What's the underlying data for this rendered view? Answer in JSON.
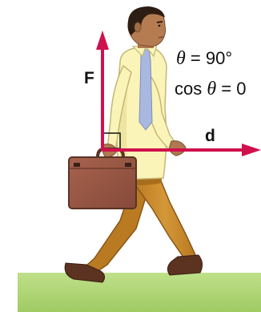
{
  "labels": {
    "force": "F",
    "displacement": "d",
    "angle_symbol": "θ",
    "angle_value": "= 90°",
    "cos_prefix": "cos",
    "cos_symbol": "θ",
    "cos_value": "= 0"
  },
  "colors": {
    "vector": "#d0104c",
    "ground": "#a9d16e",
    "shirt": "#fbf4b8",
    "tie": "#a8b8e0",
    "pants": "#c98a2a",
    "briefcase": "#9a5a45",
    "skin": "#b07850"
  }
}
